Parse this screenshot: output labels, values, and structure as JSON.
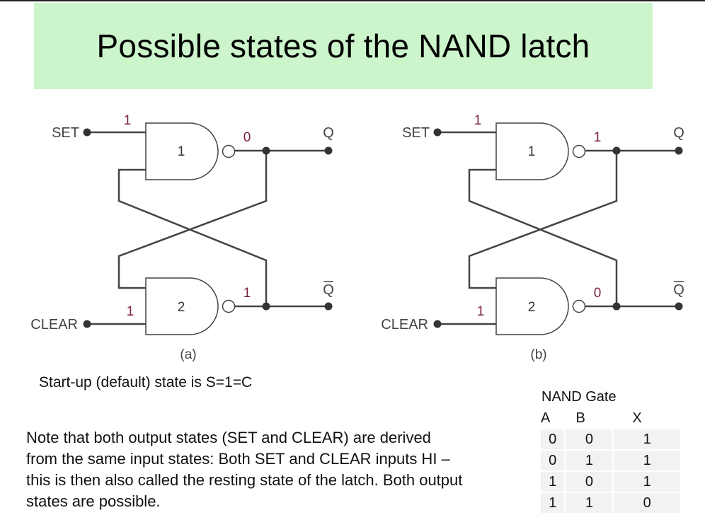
{
  "title": "Possible states of the NAND latch",
  "circuits": [
    {
      "caption": "(a)",
      "set_label": "SET",
      "clear_label": "CLEAR",
      "q_label": "Q",
      "qbar_label": "Q",
      "gate1_label": "1",
      "gate2_label": "2",
      "set_value": "1",
      "clear_value": "1",
      "q_value": "0",
      "qbar_value": "1"
    },
    {
      "caption": "(b)",
      "set_label": "SET",
      "clear_label": "CLEAR",
      "q_label": "Q",
      "qbar_label": "Q",
      "gate1_label": "1",
      "gate2_label": "2",
      "set_value": "1",
      "clear_value": "1",
      "q_value": "1",
      "qbar_value": "0"
    }
  ],
  "startup_text": "Start-up (default) state is S=1=C",
  "note_text": "Note that both output states (SET and CLEAR) are derived from the same input states: Both SET and CLEAR inputs HI – this is then also called the resting state of the latch. Both output states are possible.",
  "truth_table": {
    "title": "NAND Gate",
    "headers": [
      "A",
      "B",
      "X"
    ],
    "rows": [
      [
        "0",
        "0",
        "1"
      ],
      [
        "0",
        "1",
        "1"
      ],
      [
        "1",
        "0",
        "1"
      ],
      [
        "1",
        "1",
        "0"
      ]
    ]
  }
}
